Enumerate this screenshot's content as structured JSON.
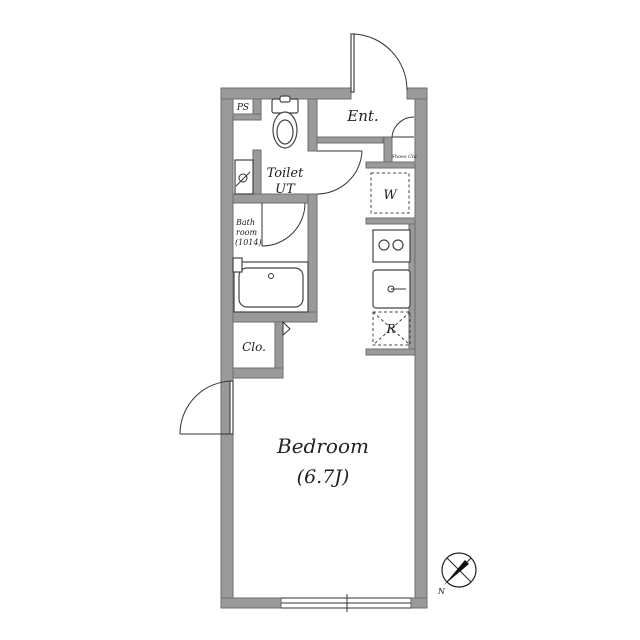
{
  "rooms": {
    "ps": "PS",
    "entrance": "Ent.",
    "shoes_closet": "Shoes Clo",
    "toilet": "Toilet",
    "ut": "UT",
    "washer": "W",
    "bath_line1": "Bath",
    "bath_line2": "room",
    "bath_line3": "(1014)",
    "fridge": "R",
    "closet": "Clo.",
    "bedroom": "Bedroom",
    "bedroom_size": "(6.7J)"
  },
  "compass": {
    "north_label": "N",
    "icon": "compass-icon"
  },
  "colors": {
    "wall": "#9a9a9a",
    "line": "#333333",
    "background": "#ffffff"
  }
}
